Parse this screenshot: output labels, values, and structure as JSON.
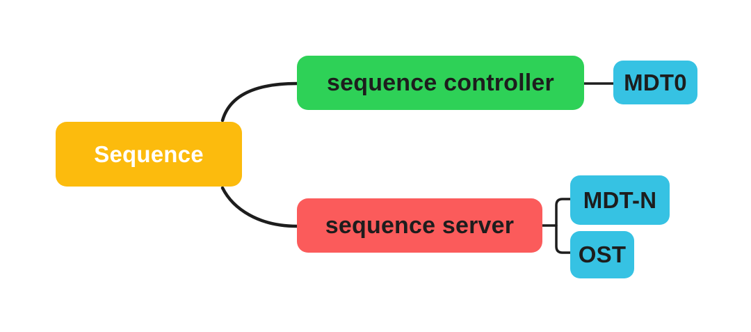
{
  "diagram": {
    "type": "mindmap",
    "background": "#FFFFFF",
    "edge_color": "#1D1D1D",
    "nodes": {
      "sequence": {
        "label": "Sequence",
        "color": "#FCBB0D",
        "textColor": "#FFFFFF"
      },
      "controller": {
        "label": "sequence controller",
        "color": "#2ED157",
        "textColor": "#1D1D1D"
      },
      "mdt0": {
        "label": "MDT0",
        "color": "#36C2E3",
        "textColor": "#1D1D1D"
      },
      "server": {
        "label": "sequence server",
        "color": "#FB5B5B",
        "textColor": "#1D1D1D"
      },
      "mdtn": {
        "label": "MDT-N",
        "color": "#36C2E3",
        "textColor": "#1D1D1D"
      },
      "ost": {
        "label": "OST",
        "color": "#36C2E3",
        "textColor": "#1D1D1D"
      }
    },
    "edges": [
      {
        "from": "Sequence",
        "to": "sequence controller"
      },
      {
        "from": "Sequence",
        "to": "sequence server"
      },
      {
        "from": "sequence controller",
        "to": "MDT0"
      },
      {
        "from": "sequence server",
        "to": "MDT-N"
      },
      {
        "from": "sequence server",
        "to": "OST"
      }
    ]
  }
}
